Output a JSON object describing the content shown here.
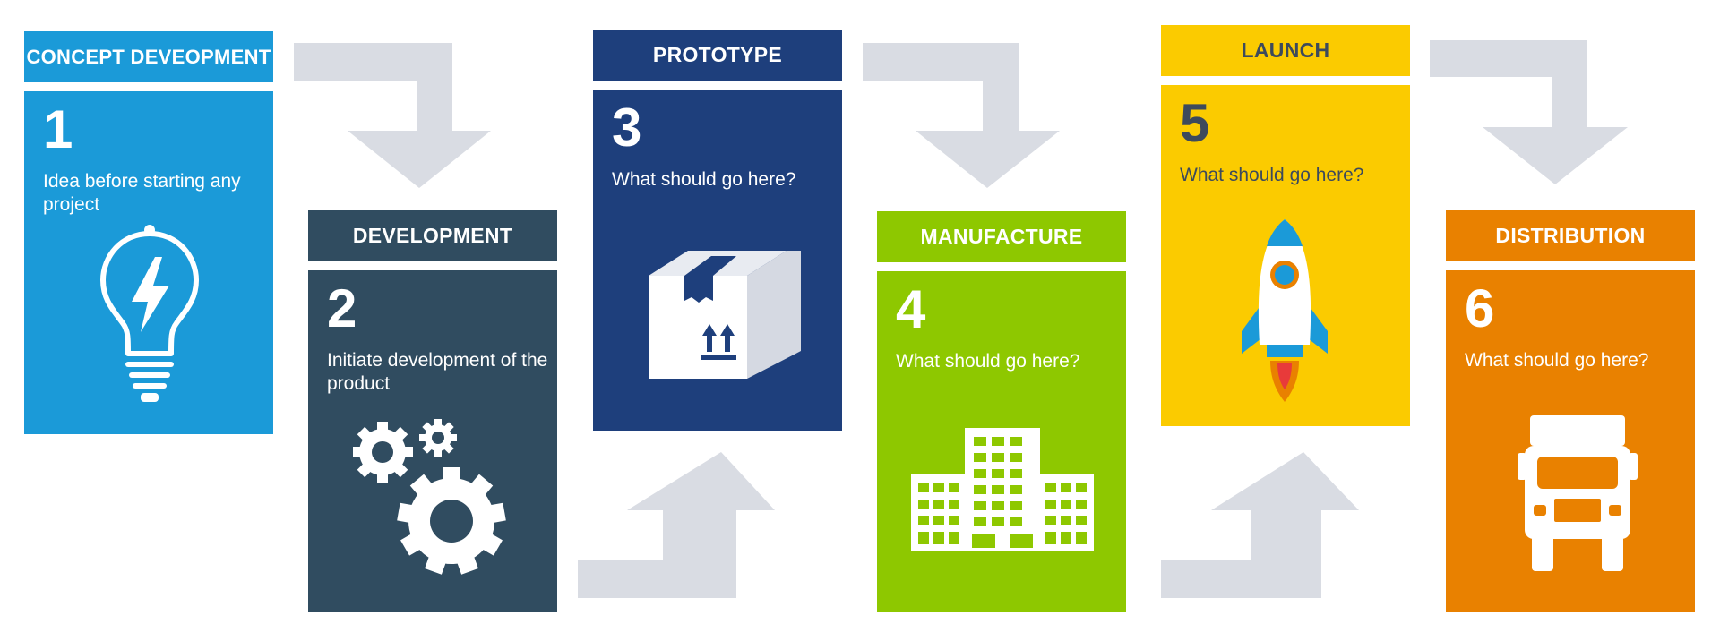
{
  "steps": [
    {
      "id": "concept",
      "title": "CONCEPT DEVEOPMENT",
      "number": "1",
      "text": "Idea before starting any project",
      "color": "#1b9ad8",
      "icon": "lightbulb-icon"
    },
    {
      "id": "development",
      "title": "DEVELOPMENT",
      "number": "2",
      "text": "Initiate development of the product",
      "color": "#304c60",
      "icon": "gears-icon"
    },
    {
      "id": "prototype",
      "title": "PROTOTYPE",
      "number": "3",
      "text": "What should go here?",
      "color": "#1e3f7c",
      "icon": "box-icon"
    },
    {
      "id": "manufacture",
      "title": "MANUFACTURE",
      "number": "4",
      "text": "What should go here?",
      "color": "#8ec800",
      "icon": "buildings-icon"
    },
    {
      "id": "launch",
      "title": "LAUNCH",
      "number": "5",
      "text": "What should go here?",
      "color": "#fbcb00",
      "icon": "rocket-icon"
    },
    {
      "id": "distribution",
      "title": "DISTRIBUTION",
      "number": "6",
      "text": "What should go here?",
      "color": "#e98100",
      "icon": "truck-icon"
    }
  ],
  "connector_color": "#d9dce3"
}
